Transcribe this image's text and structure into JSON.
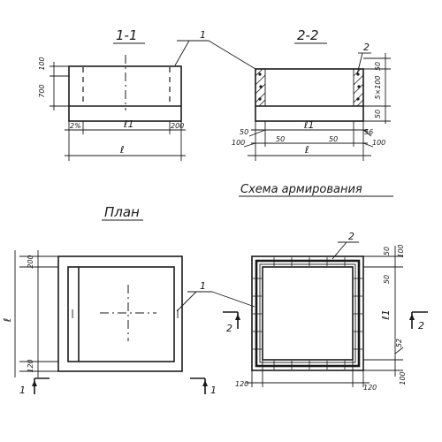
{
  "section_1_1": {
    "title": "1-1",
    "callout": "1",
    "dim_top": "100",
    "dim_height": "700",
    "dim_left_edge": "2%",
    "dim_right_edge": "200",
    "dim_inner": "ℓ1",
    "dim_overall": "ℓ"
  },
  "section_2_2": {
    "title": "2-2",
    "callout": "2",
    "dim_right_top": "50",
    "dim_right_mid": "5×100",
    "dim_right_bottom": "50",
    "dim_bl_50": "50",
    "dim_br_56": "56",
    "dim_bl_100": "100",
    "dim_b_50a": "50",
    "dim_b_50b": "50",
    "dim_br_100": "100",
    "dim_inner": "ℓ1",
    "dim_overall": "ℓ"
  },
  "reinforcement_title": "Схема армирования",
  "plan": {
    "title": "План",
    "callout": "1",
    "dim_top": "200",
    "dim_bottom": "120",
    "dim_overall": "ℓ",
    "cut_left_label": "1",
    "cut_right_label": "1"
  },
  "reinforcement": {
    "callout": "2",
    "dim_tr_50": "50",
    "dim_tr_100": "100",
    "dim_r_50": "50",
    "dim_r_l1": "ℓ1",
    "dim_r_52": "52",
    "dim_r_100": "100",
    "dim_bl_120": "120",
    "dim_br_120": "120",
    "cut_left_label": "2",
    "cut_right_label": "2"
  }
}
